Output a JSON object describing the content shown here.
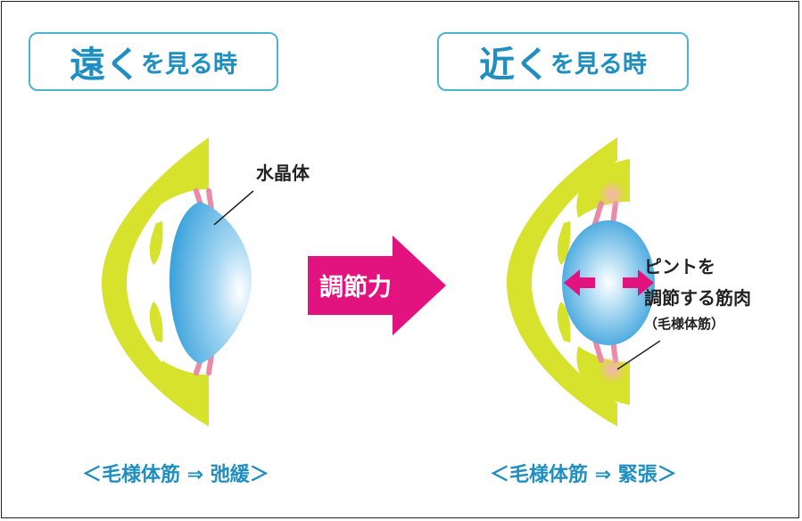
{
  "titles": {
    "far": {
      "big": "遠く",
      "small": "を見る時"
    },
    "near": {
      "big": "近く",
      "small": "を見る時"
    }
  },
  "labels": {
    "lens": "水晶体",
    "arrow": "調節力",
    "muscle_line1": "ピントを",
    "muscle_line2": "調節する筋肉",
    "muscle_line3": "（毛様体筋）"
  },
  "captions": {
    "left": "＜毛様体筋 ⇒ 弛緩＞",
    "right": "＜毛様体筋 ⇒ 緊張＞"
  },
  "colors": {
    "accent_blue": "#1e8fc0",
    "box_border": "#4eb3d3",
    "eye_wall": "#d7e22c",
    "lens": "#3fa6df",
    "zonule": "#e98aa8",
    "arrow": "#e2137e"
  }
}
